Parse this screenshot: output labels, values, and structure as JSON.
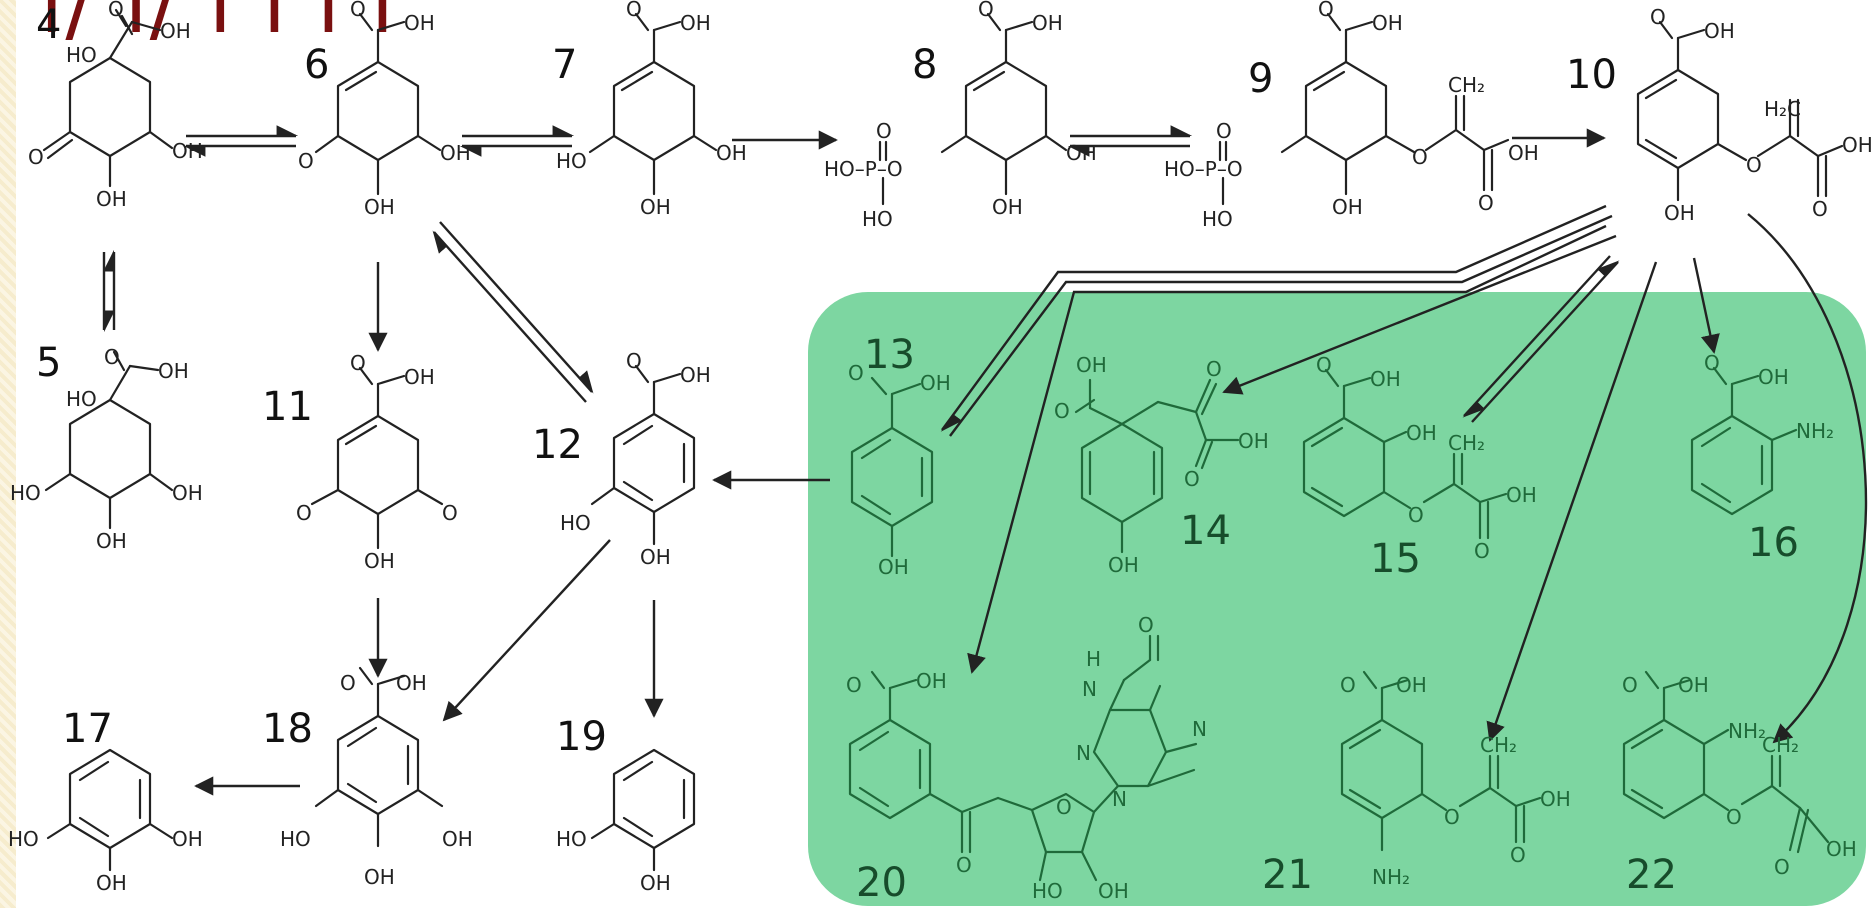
{
  "slide": {
    "title_fragment": "ı/ ı/ ı ı ı ı"
  },
  "colors": {
    "highlight": "#7dd6a1",
    "title": "#7a1010",
    "ink": "#222222",
    "green_ink": "#1f6a3a"
  },
  "compounds": [
    {
      "id": "c4",
      "label": "4"
    },
    {
      "id": "c5",
      "label": "5"
    },
    {
      "id": "c6",
      "label": "6"
    },
    {
      "id": "c7",
      "label": "7"
    },
    {
      "id": "c8",
      "label": "8"
    },
    {
      "id": "c9",
      "label": "9"
    },
    {
      "id": "c10",
      "label": "10"
    },
    {
      "id": "c11",
      "label": "11"
    },
    {
      "id": "c12",
      "label": "12"
    },
    {
      "id": "c13",
      "label": "13"
    },
    {
      "id": "c14",
      "label": "14"
    },
    {
      "id": "c15",
      "label": "15"
    },
    {
      "id": "c16",
      "label": "16"
    },
    {
      "id": "c17",
      "label": "17"
    },
    {
      "id": "c18",
      "label": "18"
    },
    {
      "id": "c19",
      "label": "19"
    },
    {
      "id": "c20",
      "label": "20"
    },
    {
      "id": "c21",
      "label": "21"
    },
    {
      "id": "c22",
      "label": "22"
    }
  ],
  "groups": {
    "oh": "OH",
    "ho": "HO",
    "o": "O",
    "ch2": "CH₂",
    "h2c": "H₂C",
    "nh2": "NH₂",
    "n": "N",
    "h": "H",
    "p": "P",
    "ho_p": "HO–P–O",
    "phos_o": "O",
    "phos_ho": "HO"
  }
}
